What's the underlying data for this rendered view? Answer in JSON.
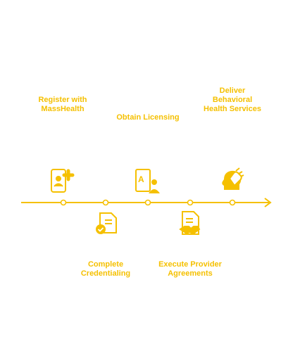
{
  "accent_color": "#f5c000",
  "steps": [
    {
      "label": "Register with\nMassHealth",
      "icon": "phone-add-user-icon",
      "position": "above"
    },
    {
      "label": "Complete\nCredentialing",
      "icon": "document-check-icon",
      "position": "below"
    },
    {
      "label": "Obtain Licensing",
      "icon": "license-user-icon",
      "position": "above"
    },
    {
      "label": "Execute Provider\nAgreements",
      "icon": "document-handshake-icon",
      "position": "below"
    },
    {
      "label": "Deliver\nBehavioral\nHealth Services",
      "icon": "head-care-icon",
      "position": "above"
    }
  ]
}
